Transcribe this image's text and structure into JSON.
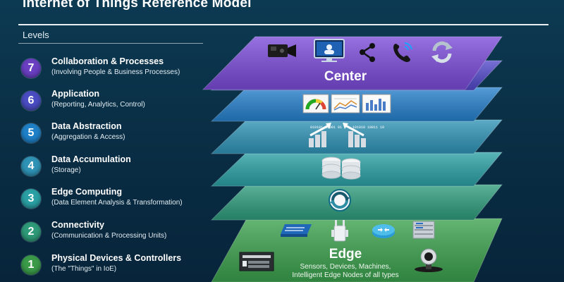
{
  "title": "Internet of Things Reference Model",
  "levels_heading": "Levels",
  "levels": [
    {
      "number": "7",
      "name": "Collaboration & Processes",
      "desc": "(Involving People & Business Processes)",
      "color": "#6a3fc2"
    },
    {
      "number": "6",
      "name": "Application",
      "desc": "(Reporting, Analytics, Control)",
      "color": "#4a4cc2"
    },
    {
      "number": "5",
      "name": "Data Abstraction",
      "desc": "(Aggregation & Access)",
      "color": "#1f80c8"
    },
    {
      "number": "4",
      "name": "Data Accumulation",
      "desc": "(Storage)",
      "color": "#2f93b6"
    },
    {
      "number": "3",
      "name": "Edge Computing",
      "desc": "(Data Element Analysis & Transformation)",
      "color": "#2aa0a4"
    },
    {
      "number": "2",
      "name": "Connectivity",
      "desc": "(Communication & Processing Units)",
      "color": "#2e9a78"
    },
    {
      "number": "1",
      "name": "Physical Devices & Controllers",
      "desc": "(The \"Things\" in IoE)",
      "color": "#3a9a48"
    }
  ],
  "layer_colors": [
    "#7a4ad8",
    "#5148c9",
    "#2580cc",
    "#2f93b6",
    "#2aa0a4",
    "#2e9c7c",
    "#3aa04c"
  ],
  "center_label": "Center",
  "edge_label": "Edge",
  "edge_sub_1": "Sensors, Devices, Machines,",
  "edge_sub_2": "Intelligent Edge Nodes of all types",
  "data_text_left": "010101 11001 01",
  "data_text_right": "101010 10011 10",
  "layer_icons": {
    "layer7": [
      "video-camera-icon",
      "monitor-users-icon",
      "share-icon",
      "phone-icon",
      "sync-icon"
    ],
    "layer6": [
      "gauge-chart-icon",
      "report-chart-icon",
      "bar-chart-icon"
    ],
    "layer5": [
      "data-upload-icon",
      "data-aggregate-icon"
    ],
    "layer4": [
      "database-icon"
    ],
    "layer3": [
      "router-globe-icon"
    ],
    "layer2": [
      "switch-icon",
      "wireless-ap-icon",
      "router-icon",
      "server-rack-icon"
    ],
    "layer1": [
      "controller-device-icon",
      "camera-device-icon"
    ]
  }
}
